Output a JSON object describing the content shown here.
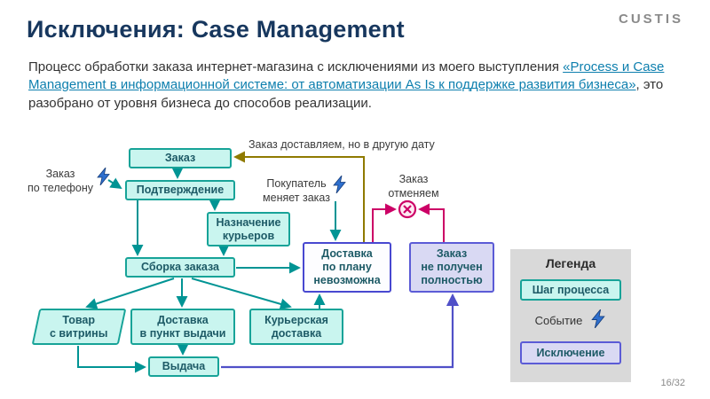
{
  "brand": {
    "logo_text": "CUSTIS"
  },
  "slide": {
    "title": "Исключения: Case Management",
    "page_number": "16/32"
  },
  "intro": {
    "text_before_link": "Процесс обработки заказа интернет-магазина с исключениями из моего выступления ",
    "link_text": "«Process и Case Management в информационной системе: от автоматизации As Is к поддержке развития бизнеса»",
    "text_after_link": ", это разобрано от уровня бизнеса до способов реализации."
  },
  "diagram": {
    "nodes": {
      "order": "Заказ",
      "confirmation": "Подтверждение",
      "courier_assignment": "Назначение\nкурьеров",
      "order_assembly": "Сборка заказа",
      "goods_from_display": "Товар\nс витрины",
      "pickup_point_delivery": "Доставка\nв пункт выдачи",
      "courier_delivery": "Курьерская\nдоставка",
      "issuing": "Выдача",
      "delivery_impossible": "Доставка\nпо плану\nневозможна",
      "order_not_received": "Заказ\nне получен\nполностью"
    },
    "events": {
      "phone_order": "Заказ\nпо телефону",
      "customer_changes_order": "Покупатель\nменяет заказ",
      "order_cancelled": "Заказ\nотменяем",
      "deliver_on_other_date": "Заказ доставляем, но в другую дату"
    }
  },
  "legend": {
    "title": "Легенда",
    "process_step_label": "Шаг процесса",
    "event_label": "Событие",
    "exception_label": "Исключение"
  },
  "colors": {
    "title": "#17375E",
    "link": "#0D7FAE",
    "process_flow": "#009494",
    "step_fill": "#C9F5EF",
    "step_border": "#17A398",
    "exception_fill": "#D9D9F3",
    "exception_border": "#5B5BD6",
    "cancel_flow": "#CC0066",
    "reschedule_flow": "#8F7A00",
    "exception_flow": "#5050C8",
    "event_bolt": "#2E6FCE"
  }
}
